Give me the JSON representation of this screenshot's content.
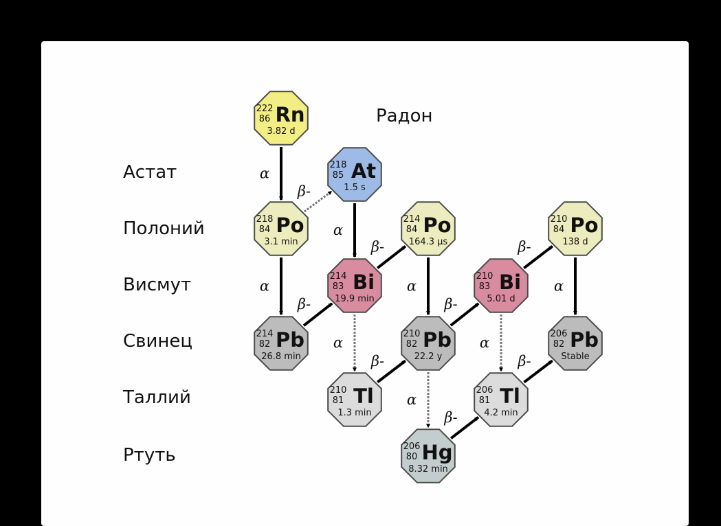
{
  "row_labels": [
    {
      "text": "Радон"
    },
    {
      "text": "Астат"
    },
    {
      "text": "Полоний"
    },
    {
      "text": "Висмут"
    },
    {
      "text": "Свинец"
    },
    {
      "text": "Таллий"
    },
    {
      "text": "Ртуть"
    }
  ],
  "nuclides": [
    {
      "mass": "222",
      "z": "86",
      "symbol": "Rn",
      "halflife": "3.82 d",
      "fill": "#f2ee84"
    },
    {
      "mass": "218",
      "z": "85",
      "symbol": "At",
      "halflife": "1.5 s",
      "fill": "#9ebbe8"
    },
    {
      "mass": "218",
      "z": "84",
      "symbol": "Po",
      "halflife": "3.1 min",
      "fill": "#ececbe"
    },
    {
      "mass": "214",
      "z": "84",
      "symbol": "Po",
      "halflife": "164.3 µs",
      "fill": "#ececbe"
    },
    {
      "mass": "210",
      "z": "84",
      "symbol": "Po",
      "halflife": "138 d",
      "fill": "#ececbe"
    },
    {
      "mass": "214",
      "z": "83",
      "symbol": "Bi",
      "halflife": "19.9 min",
      "fill": "#d98ba0"
    },
    {
      "mass": "210",
      "z": "83",
      "symbol": "Bi",
      "halflife": "5.01 d",
      "fill": "#d98ba0"
    },
    {
      "mass": "214",
      "z": "82",
      "symbol": "Pb",
      "halflife": "26.8 min",
      "fill": "#bcbcbc"
    },
    {
      "mass": "210",
      "z": "82",
      "symbol": "Pb",
      "halflife": "22.2 y",
      "fill": "#bcbcbc"
    },
    {
      "mass": "206",
      "z": "82",
      "symbol": "Pb",
      "halflife": "Stable",
      "fill": "#bcbcbc"
    },
    {
      "mass": "210",
      "z": "81",
      "symbol": "Tl",
      "halflife": "1.3 min",
      "fill": "#dcdcdc"
    },
    {
      "mass": "206",
      "z": "81",
      "symbol": "Tl",
      "halflife": "4.2 min",
      "fill": "#dcdcdc"
    },
    {
      "mass": "206",
      "z": "80",
      "symbol": "Hg",
      "halflife": "8.32 min",
      "fill": "#c4cdcd"
    }
  ],
  "decays": [
    {
      "from": 0,
      "to": 2,
      "mode": "α",
      "branch": "major"
    },
    {
      "from": 2,
      "to": 1,
      "mode": "β-",
      "branch": "minor"
    },
    {
      "from": 1,
      "to": 5,
      "mode": "α",
      "branch": "major"
    },
    {
      "from": 2,
      "to": 7,
      "mode": "α",
      "branch": "major"
    },
    {
      "from": 7,
      "to": 5,
      "mode": "β-",
      "branch": "major"
    },
    {
      "from": 5,
      "to": 3,
      "mode": "β-",
      "branch": "major"
    },
    {
      "from": 5,
      "to": 10,
      "mode": "α",
      "branch": "minor"
    },
    {
      "from": 3,
      "to": 8,
      "mode": "α",
      "branch": "major"
    },
    {
      "from": 10,
      "to": 8,
      "mode": "β-",
      "branch": "major"
    },
    {
      "from": 8,
      "to": 6,
      "mode": "β-",
      "branch": "major"
    },
    {
      "from": 8,
      "to": 12,
      "mode": "α",
      "branch": "minor"
    },
    {
      "from": 6,
      "to": 4,
      "mode": "β-",
      "branch": "major"
    },
    {
      "from": 6,
      "to": 11,
      "mode": "α",
      "branch": "minor"
    },
    {
      "from": 4,
      "to": 9,
      "mode": "α",
      "branch": "major"
    },
    {
      "from": 12,
      "to": 11,
      "mode": "β-",
      "branch": "major"
    },
    {
      "from": 11,
      "to": 9,
      "mode": "β-",
      "branch": "major"
    }
  ]
}
